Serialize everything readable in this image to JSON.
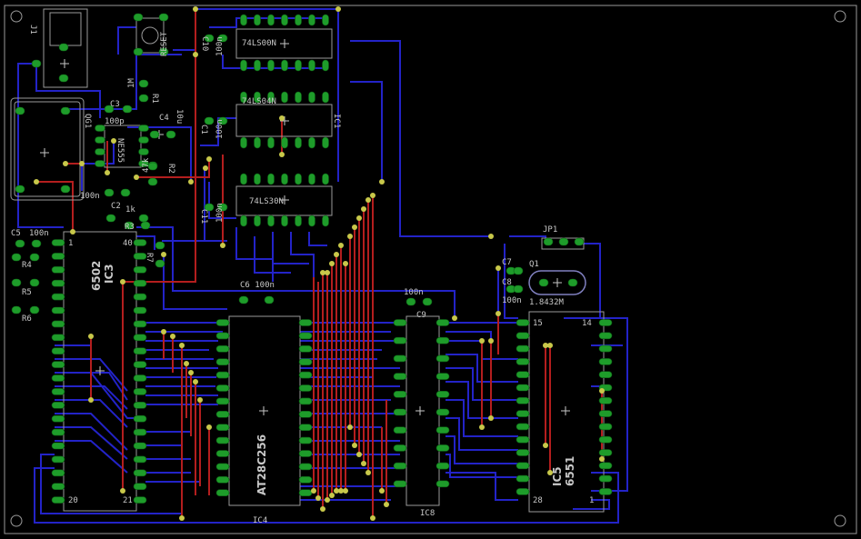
{
  "board": {
    "background": "#000000",
    "outline_color": "#9a9a9a",
    "top_trace_color": "#b41e1e",
    "bottom_trace_color": "#2323c8",
    "pad_color": "#1e9c2a",
    "via_color": "#c8c84a"
  },
  "labels": {
    "j1": "J1",
    "reset": "RESET",
    "r1": "R1",
    "r1_val": "1M",
    "c3": "C3",
    "c3_val": "100p",
    "c4": "C4",
    "c4_val": "10u",
    "qg1": "QG1",
    "ne555": "NE555",
    "r2": "R2",
    "r2_val": "47k",
    "n100_a": "100n",
    "c2": "C2",
    "r3_val": "1k",
    "r3": "R3",
    "c10": "C10",
    "c10_val": "100n",
    "ic_a": "74LS00N",
    "ic_b": "74LS04N",
    "ic_c": "74LS30N",
    "ic1": "IC1",
    "c11": "C11",
    "c11_val": "100n",
    "c1": "C1",
    "c1_val": "100n",
    "c5": "C5",
    "c5_val": "100n",
    "r4": "R4",
    "r5": "R5",
    "r6": "R6",
    "r7": "R7",
    "ic3_a": "6502",
    "ic3_b": "IC3",
    "ic3_pin1": "1",
    "ic3_pin40": "40",
    "ic3_pin20": "20",
    "ic3_pin21": "21",
    "c6": "C6 100n",
    "ic4_part": "AT28C256",
    "ic4": "IC4",
    "n100_c9": "100n",
    "c9": "C9",
    "ic8": "IC8",
    "jp1": "JP1",
    "c7": "C7",
    "c8": "C8",
    "q1": "Q1",
    "q1_val": "1.8432M",
    "n100_c8": "100n",
    "ic5_pin15": "15",
    "ic5_pin14": "14",
    "ic5_pin28": "28",
    "ic5_pin1": "1",
    "ic5_a": "IC5",
    "ic5_b": "6551"
  }
}
